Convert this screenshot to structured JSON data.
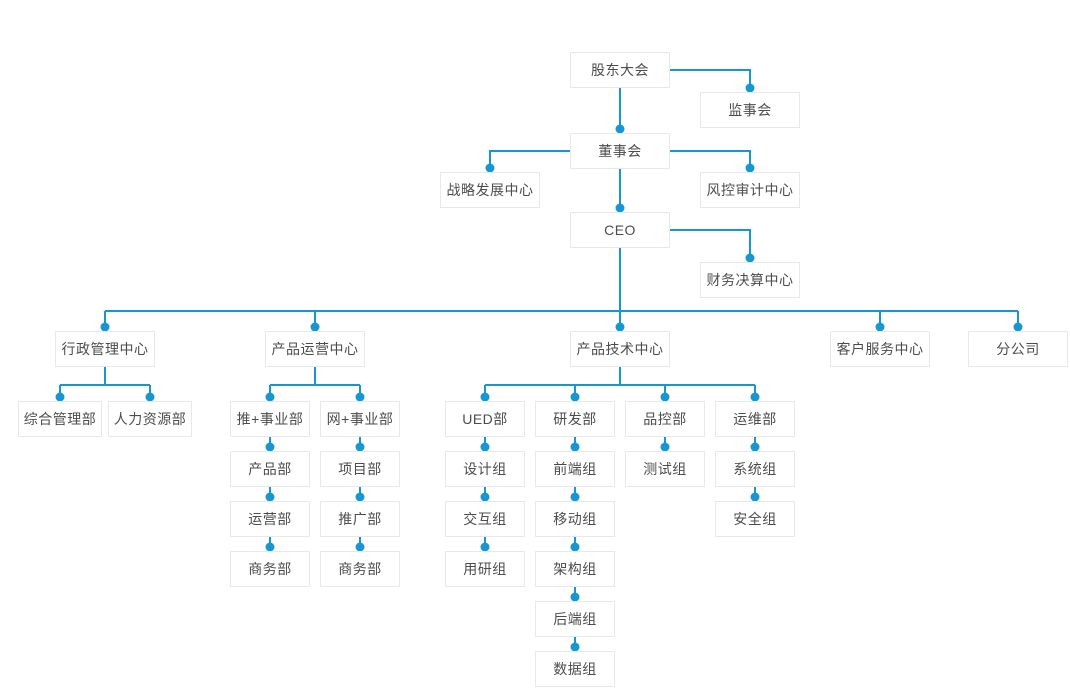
{
  "colors": {
    "line": "#1697d4",
    "box_border": "#e8e8e8",
    "box_bg": "#ffffff",
    "text": "#4c4c4c",
    "background": "#ffffff"
  },
  "nodes": {
    "shareholders_meeting": "股东大会",
    "supervisory_board": "监事会",
    "board_of_directors": "董事会",
    "strategy_dev_center": "战略发展中心",
    "risk_audit_center": "风控审计中心",
    "ceo": "CEO",
    "finance_settlement_center": "财务决算中心",
    "admin_mgmt_center": "行政管理中心",
    "product_ops_center": "产品运营中心",
    "product_tech_center": "产品技术中心",
    "customer_service_center": "客户服务中心",
    "branch_company": "分公司",
    "general_mgmt_dept": "综合管理部",
    "hr_dept": "人力资源部",
    "tui_plus_bu": "推+事业部",
    "wang_plus_bu": "网+事业部",
    "product_dept": "产品部",
    "operations_dept": "运营部",
    "business_dept_1": "商务部",
    "project_dept": "项目部",
    "promotion_dept": "推广部",
    "business_dept_2": "商务部",
    "ued_dept": "UED部",
    "design_group": "设计组",
    "interaction_group": "交互组",
    "user_research_group": "用研组",
    "rd_dept": "研发部",
    "frontend_group": "前端组",
    "mobile_group": "移动组",
    "architecture_group": "架构组",
    "backend_group": "后端组",
    "data_group": "数据组",
    "qc_dept": "品控部",
    "testing_group": "测试组",
    "ops_dept": "运维部",
    "system_group": "系统组",
    "security_group": "安全组"
  },
  "structure": {
    "shareholders_meeting": [
      "supervisory_board",
      "board_of_directors"
    ],
    "board_of_directors": [
      "strategy_dev_center",
      "risk_audit_center",
      "ceo"
    ],
    "ceo": [
      "finance_settlement_center",
      "admin_mgmt_center",
      "product_ops_center",
      "product_tech_center",
      "customer_service_center",
      "branch_company"
    ],
    "admin_mgmt_center": [
      "general_mgmt_dept",
      "hr_dept"
    ],
    "product_ops_center": [
      "tui_plus_bu",
      "wang_plus_bu"
    ],
    "tui_plus_bu": [
      "product_dept",
      "operations_dept",
      "business_dept_1"
    ],
    "wang_plus_bu": [
      "project_dept",
      "promotion_dept",
      "business_dept_2"
    ],
    "product_tech_center": [
      "ued_dept",
      "rd_dept",
      "qc_dept",
      "ops_dept"
    ],
    "ued_dept": [
      "design_group",
      "interaction_group",
      "user_research_group"
    ],
    "rd_dept": [
      "frontend_group",
      "mobile_group",
      "architecture_group",
      "backend_group",
      "data_group"
    ],
    "qc_dept": [
      "testing_group"
    ],
    "ops_dept": [
      "system_group",
      "security_group"
    ]
  }
}
